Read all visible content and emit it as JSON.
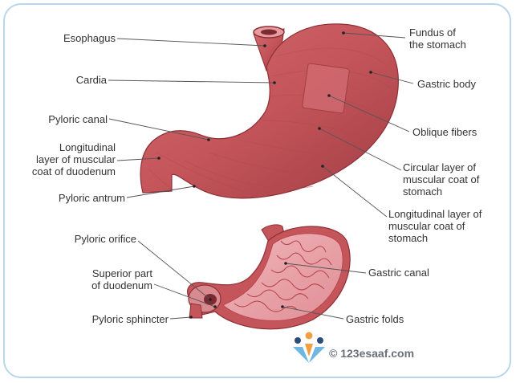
{
  "labels": {
    "esophagus": "Esophagus",
    "cardia": "Cardia",
    "pyloric_canal": "Pyloric canal",
    "longitudinal_duodenum": "Longitudinal\nlayer of muscular\ncoat of duodenum",
    "pyloric_antrum": "Pyloric antrum",
    "fundus": "Fundus of\nthe stomach",
    "gastric_body": "Gastric body",
    "oblique_fibers": "Oblique fibers",
    "circular_layer": "Circular layer of\nmuscular coat of\nstomach",
    "longitudinal_stomach": "Longitudinal layer of\nmuscular coat of\nstomach",
    "pyloric_orifice": "Pyloric orifice",
    "superior_duodenum": "Superior part\nof duodenum",
    "pyloric_sphincter": "Pyloric sphincter",
    "gastric_canal": "Gastric canal",
    "gastric_folds": "Gastric folds"
  },
  "watermark": "© 123esaaf.com",
  "colors": {
    "muscle": "#c4555a",
    "muscle_dark": "#8e2f36",
    "mucosa": "#e8a2a8",
    "fold": "#b8474f",
    "frame": "#b9d6ea",
    "leader": "#555555"
  }
}
